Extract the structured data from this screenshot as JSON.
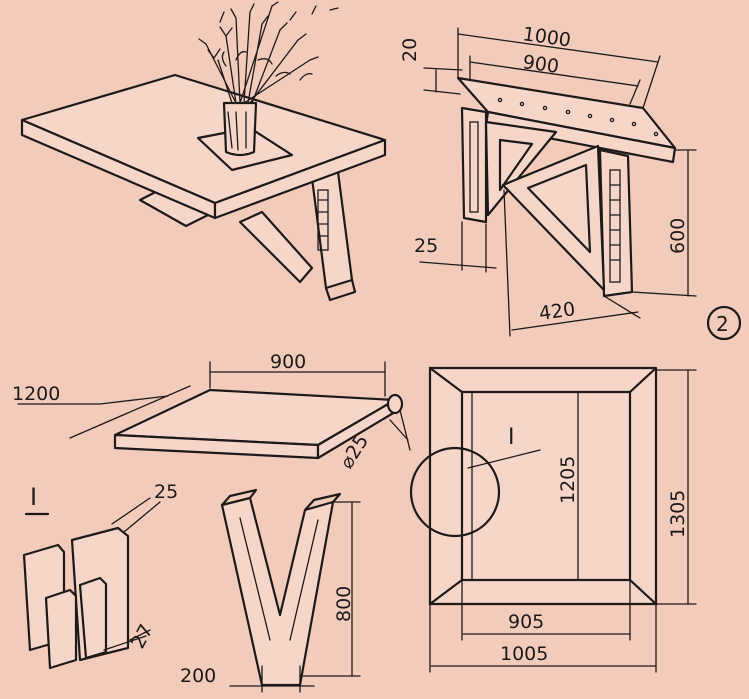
{
  "views": {
    "folded_table": {
      "figure_number": "2",
      "dims": {
        "top_thickness": "20",
        "overall_width": "1000",
        "bracket_width": "900",
        "leg_thickness": "25",
        "height": "600",
        "depth": "420"
      }
    },
    "tabletop": {
      "dims": {
        "length": "900",
        "width": "1200",
        "pin": "⌀25"
      }
    },
    "detail": {
      "label": "I",
      "dims": {
        "thickness": "25",
        "width": "27"
      }
    },
    "v_support": {
      "dims": {
        "height": "800",
        "width": "200"
      }
    },
    "frame": {
      "callout": "I",
      "dims": {
        "inner_height": "1205",
        "outer_height": "1305",
        "inner_width": "905",
        "outer_width": "1005"
      }
    }
  },
  "colors": {
    "background": "#f3cbbb",
    "ink": "#1e1a1a"
  }
}
